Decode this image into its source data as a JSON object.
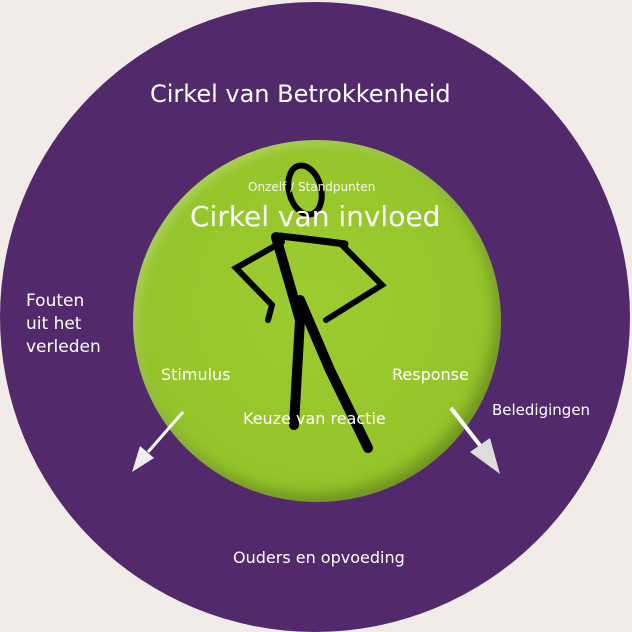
{
  "outer_circle": {
    "title": "Cirkel van Betrokkenheid",
    "color": "#522a6c"
  },
  "inner_circle": {
    "subtitle": "Onzelf / Standpunten",
    "title": "Cirkel van invloed",
    "color": "#94c42a"
  },
  "labels": {
    "fouten": [
      "Fouten",
      "uit het",
      "verleden"
    ],
    "beledigingen": "Beledigingen",
    "ouders": "Ouders en opvoeding",
    "stimulus": "Stimulus",
    "response": "Response",
    "keuze": "Keuze van reactie"
  }
}
